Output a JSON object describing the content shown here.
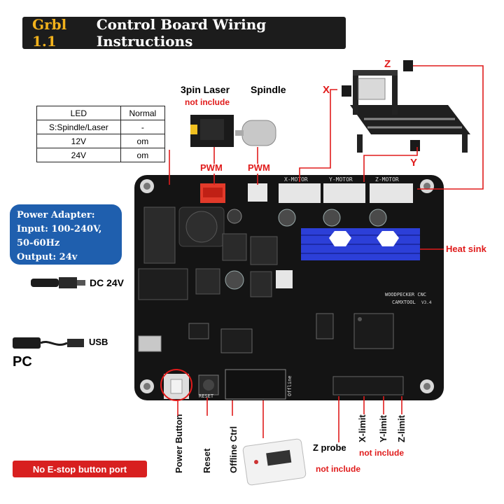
{
  "title": {
    "version": "Grbl 1.1",
    "text": "Control Board Wiring Instructions"
  },
  "led_table": {
    "headers": [
      "LED",
      "Normal"
    ],
    "rows": [
      [
        "S:Spindle/Laser",
        "-"
      ],
      [
        "12V",
        "om"
      ],
      [
        "24V",
        "om"
      ]
    ]
  },
  "laser": {
    "label": "3pin Laser",
    "note": "not include",
    "pwm": "PWM"
  },
  "spindle": {
    "label": "Spindle",
    "pwm": "PWM"
  },
  "axes": {
    "x": "X",
    "y": "Y",
    "z": "Z"
  },
  "power_adapter": {
    "line1": "Power Adapter:",
    "line2": "Input: 100-240V,",
    "line3": "50-60Hz",
    "line4": "Output: 24v"
  },
  "dc": "DC 24V",
  "usb": "USB",
  "pc": "PC",
  "heat_sink": "Heat sink",
  "board_text": {
    "x_motor": "X-MOTOR",
    "y_motor": "Y-MOTOR",
    "z_motor": "Z-MOTOR",
    "brand": "WOODPECKER CNC",
    "brand2": "CAMXTOOL",
    "version": "V3.4",
    "power": "POWER",
    "reset": "RESET",
    "offline": "Offline"
  },
  "bottom_labels": {
    "power_button": "Power Button",
    "reset": "Reset",
    "offline_ctrl": "Offline Ctrl",
    "z_probe": "Z probe",
    "z_probe_note": "not include",
    "x_limit": "X-limit",
    "y_limit": "Y-limit",
    "z_limit": "Z-limit",
    "limit_note": "not include"
  },
  "no_estop": "No E-stop button port",
  "colors": {
    "board": "#141414",
    "accent_red": "#e01b1b",
    "banner_gold": "#f2b21c",
    "power_blue": "#1f5fae",
    "heatsink_blue": "#2c3fd8"
  }
}
